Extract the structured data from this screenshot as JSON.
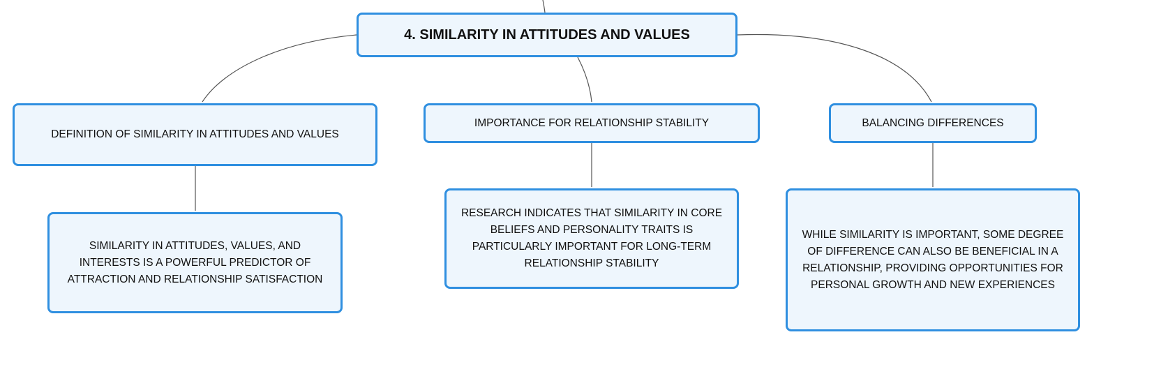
{
  "root": {
    "label": "4. SIMILARITY IN ATTITUDES AND VALUES"
  },
  "branches": [
    {
      "label": "DEFINITION OF SIMILARITY IN ATTITUDES AND VALUES",
      "child": "SIMILARITY IN ATTITUDES, VALUES, AND INTERESTS IS A POWERFUL PREDICTOR OF ATTRACTION AND RELATIONSHIP SATISFACTION"
    },
    {
      "label": "IMPORTANCE FOR RELATIONSHIP STABILITY",
      "child": "RESEARCH INDICATES THAT SIMILARITY IN CORE BELIEFS AND PERSONALITY TRAITS IS PARTICULARLY IMPORTANT FOR LONG-TERM RELATIONSHIP STABILITY"
    },
    {
      "label": "BALANCING DIFFERENCES",
      "child": "WHILE SIMILARITY IS IMPORTANT, SOME DEGREE OF DIFFERENCE CAN ALSO BE BENEFICIAL IN A RELATIONSHIP, PROVIDING OPPORTUNITIES FOR PERSONAL GROWTH AND NEW EXPERIENCES"
    }
  ],
  "colors": {
    "border": "#2f8fe0",
    "fill": "#eef6fd",
    "line": "#555555"
  }
}
